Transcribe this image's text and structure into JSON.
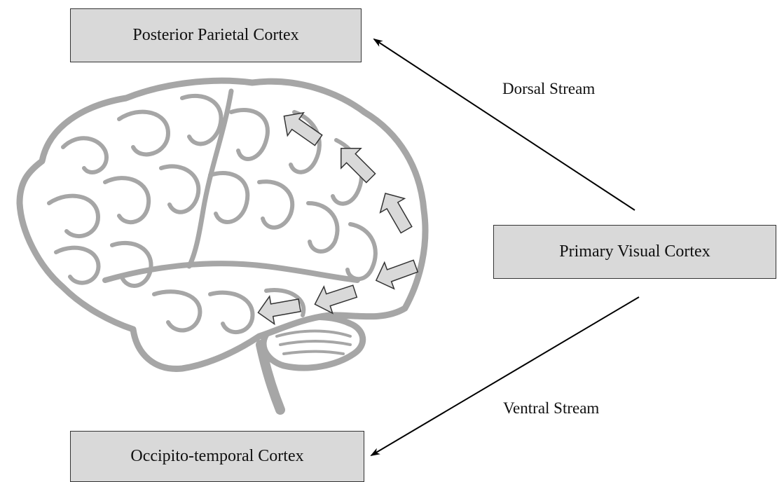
{
  "boxes": {
    "posterior_parietal": "Posterior Parietal Cortex",
    "primary_visual": "Primary Visual Cortex",
    "occipito_temporal": "Occipito-temporal Cortex"
  },
  "streams": {
    "dorsal": "Dorsal Stream",
    "ventral": "Ventral Stream"
  },
  "colors": {
    "box_fill": "#d9d9d9",
    "brain_outline": "#a6a6a6",
    "stream_arrow_fill": "#d9d9d9",
    "line": "#000000"
  },
  "icons": {
    "brain": "brain-illustration-icon",
    "stream_arrow": "block-arrow-icon"
  }
}
